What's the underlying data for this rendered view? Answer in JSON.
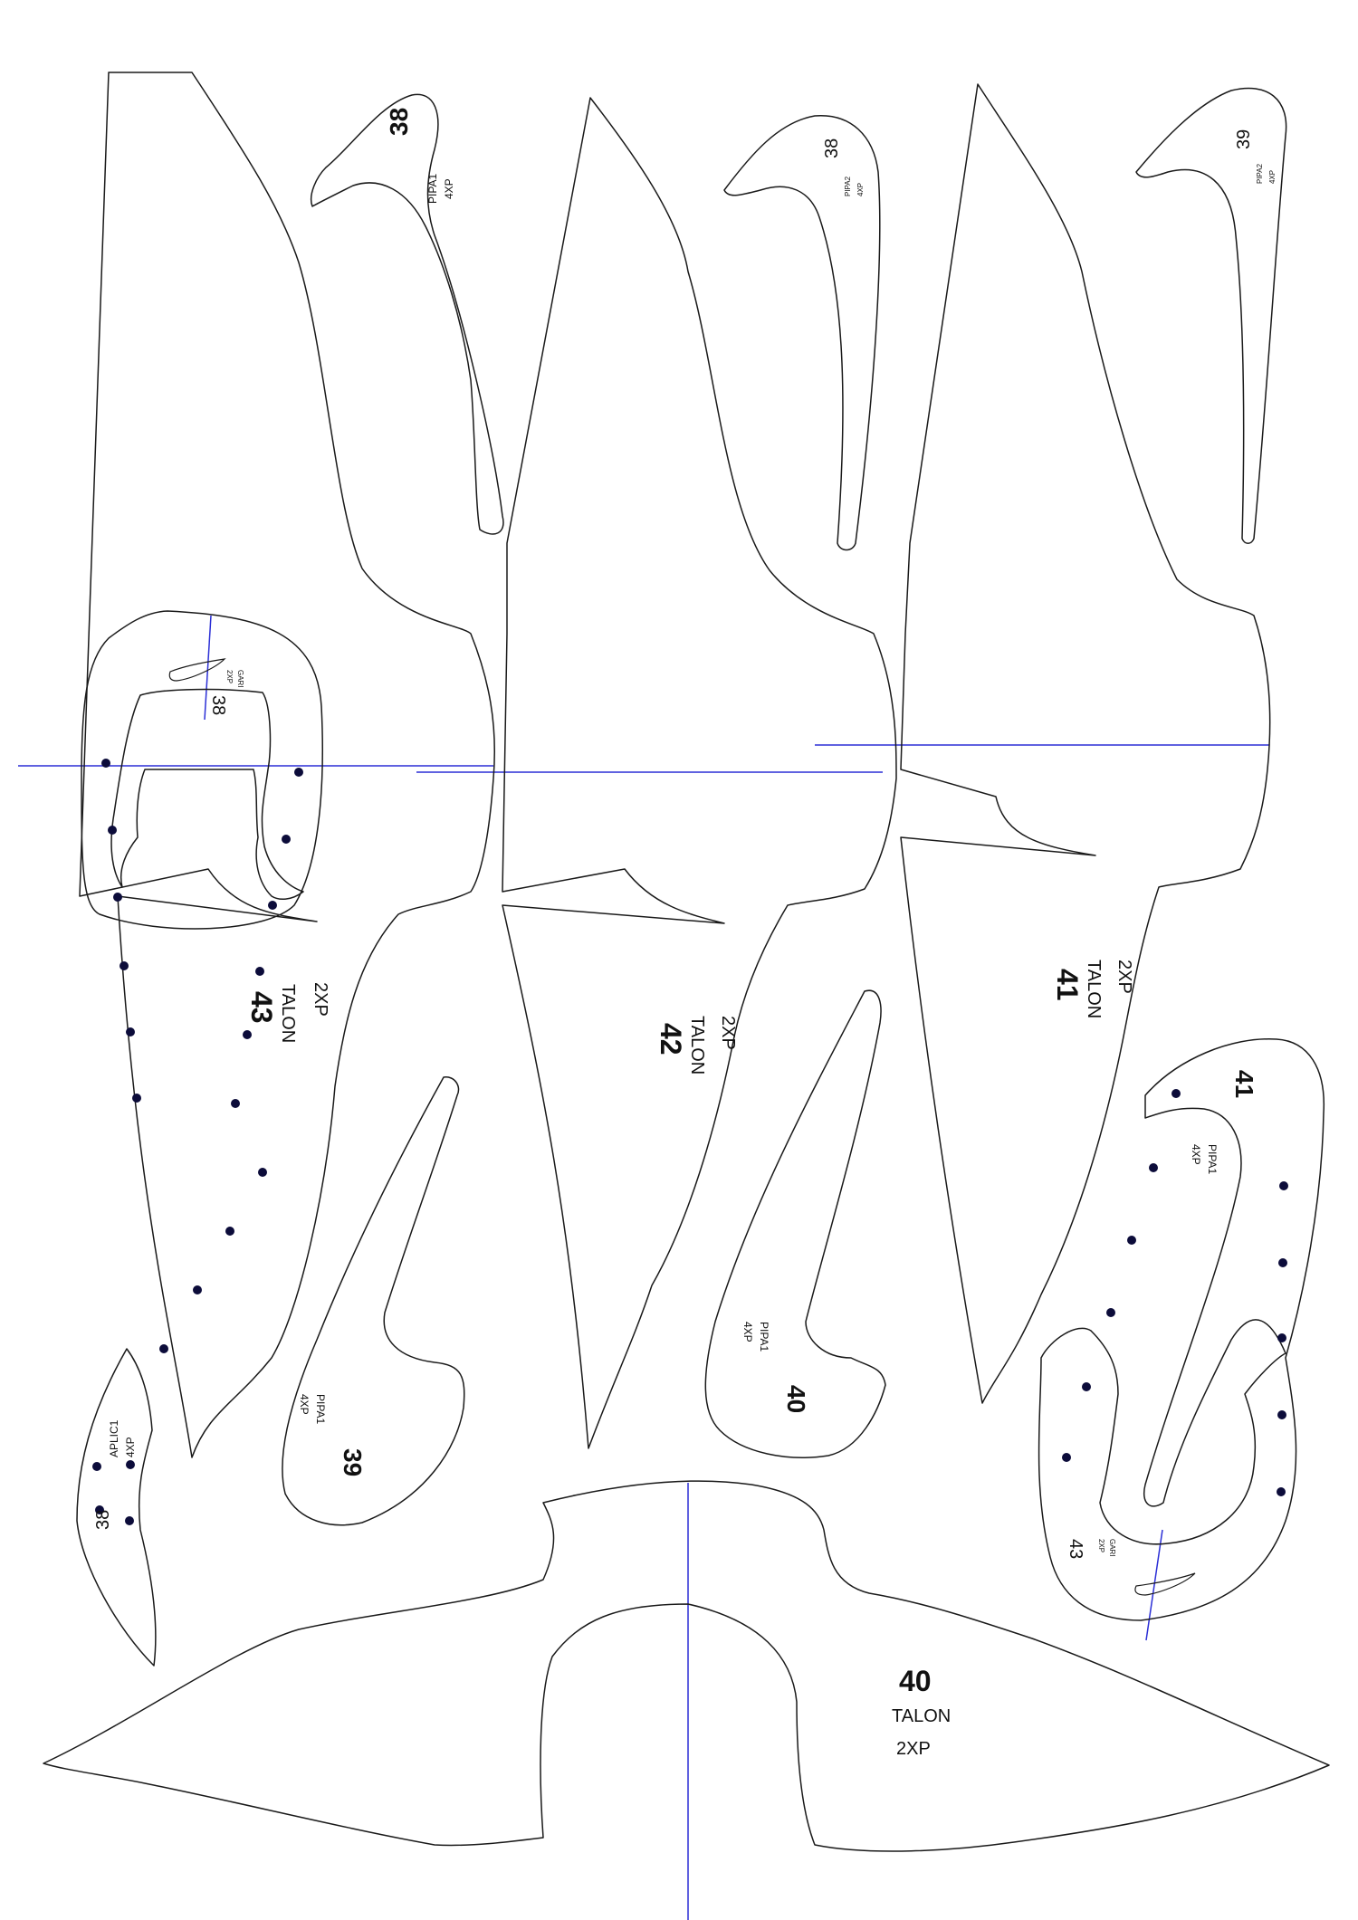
{
  "labels": {
    "p38_size": "38",
    "p38_name": "PIPA1",
    "p38_qty": "4XP",
    "p38b_size": "38",
    "p38b_name": "PIPA2",
    "p38b_qty": "4XP",
    "p39b_size": "39",
    "p39b_name": "PIPA2",
    "p39b_qty": "4XP",
    "gari38_size": "38",
    "gari38_name": "GARI",
    "gari38_qty": "2XP",
    "t43_size": "43",
    "t43_name": "TALON",
    "t43_qty": "2XP",
    "t42_size": "42",
    "t42_name": "TALON",
    "t42_qty": "2XP",
    "t41_size": "41",
    "t41_name": "TALON",
    "t41_qty": "2XP",
    "p41_size": "41",
    "p41_name": "PIPA1",
    "p41_qty": "4XP",
    "p40_size": "40",
    "p40_name": "PIPA1",
    "p40_qty": "4XP",
    "p39_size": "39",
    "p39_name": "PIPA1",
    "p39_qty": "4XP",
    "aplic_size": "38",
    "aplic_name": "APLIC1",
    "aplic_qty": "4XP",
    "gari43_size": "43",
    "gari43_name": "GARI",
    "gari43_qty": "2XP",
    "t40_size": "40",
    "t40_name": "TALON",
    "t40_qty": "2XP"
  },
  "colors": {
    "outline": "#1a1a1a",
    "guide": "#2b2fd6",
    "dot": "#0c0c3a"
  }
}
